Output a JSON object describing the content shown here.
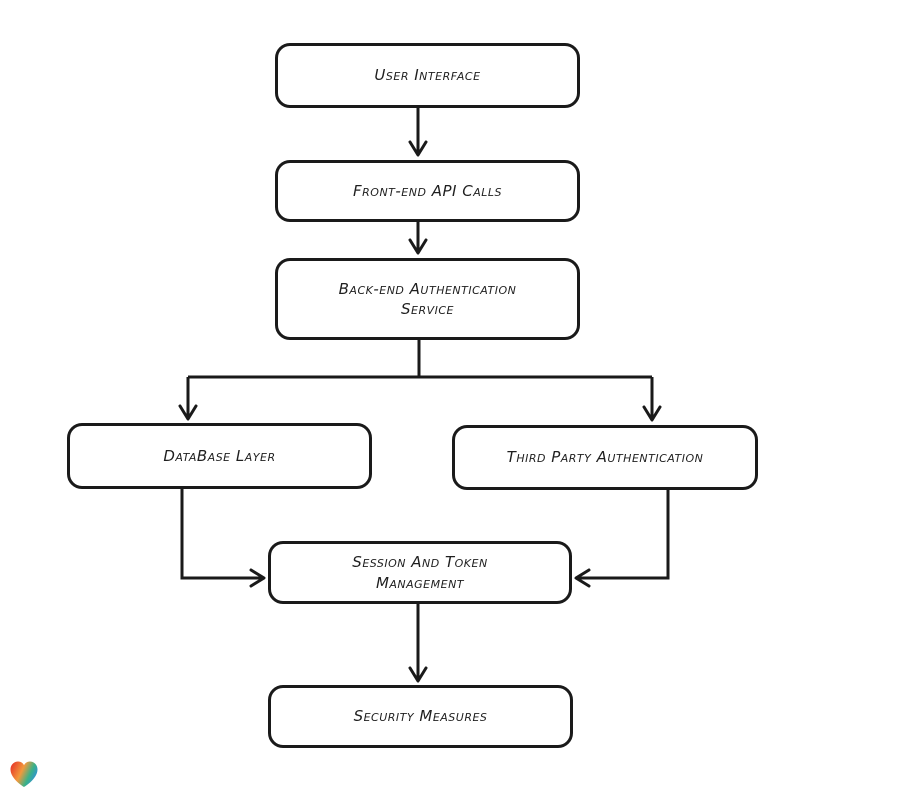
{
  "canvas": {
    "background": "#ffffff",
    "stroke_color": "#1a1a1a",
    "node_fill": "#ffffff",
    "text_color": "#1f1f1f"
  },
  "diagram": {
    "type": "flowchart",
    "nodes": [
      {
        "id": "user-interface",
        "label": "User Interface"
      },
      {
        "id": "frontend-api-calls",
        "label": "Front-end API Calls"
      },
      {
        "id": "backend-auth-service",
        "label": "Back-end Authentication\nService"
      },
      {
        "id": "database-layer",
        "label": "DataBase Layer"
      },
      {
        "id": "third-party-auth",
        "label": "Third Party Authentication"
      },
      {
        "id": "session-token-mgmt",
        "label": "Session And Token\nManagement"
      },
      {
        "id": "security-measures",
        "label": "Security Measures"
      }
    ],
    "edges": [
      {
        "from": "user-interface",
        "to": "frontend-api-calls"
      },
      {
        "from": "frontend-api-calls",
        "to": "backend-auth-service"
      },
      {
        "from": "backend-auth-service",
        "to": "database-layer"
      },
      {
        "from": "backend-auth-service",
        "to": "third-party-auth"
      },
      {
        "from": "database-layer",
        "to": "session-token-mgmt"
      },
      {
        "from": "third-party-auth",
        "to": "session-token-mgmt"
      },
      {
        "from": "session-token-mgmt",
        "to": "security-measures"
      }
    ]
  },
  "logo": {
    "name": "gradient-heart",
    "colors": [
      "#e63128",
      "#f2993c",
      "#3ab287",
      "#2e8fd9"
    ]
  }
}
